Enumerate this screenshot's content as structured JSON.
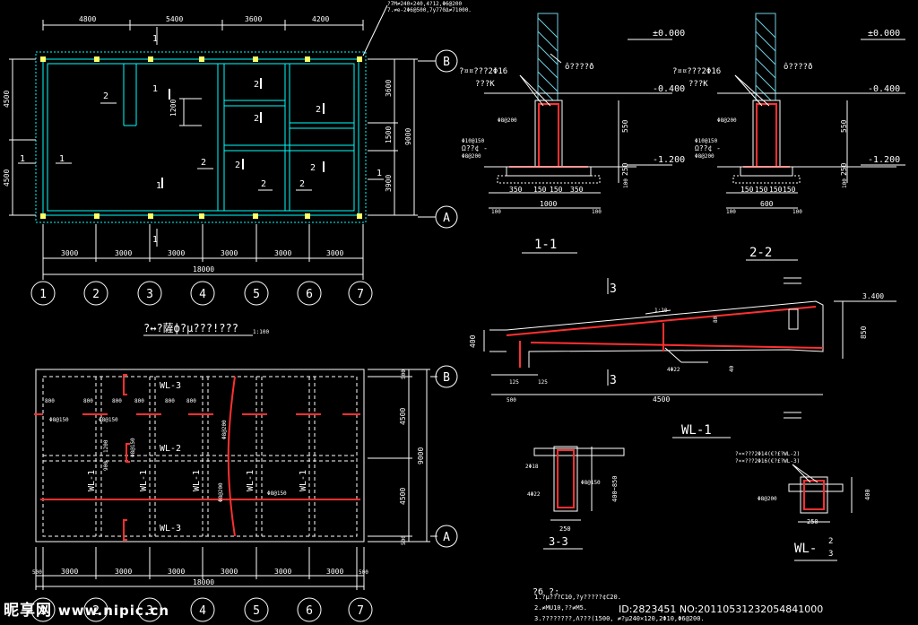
{
  "colors": {
    "background": "#000000",
    "white": "#ffffff",
    "cyan": "#00ffff",
    "yellow": "#ffff66",
    "red": "#ff3030",
    "hatch": "#6fd0e0"
  },
  "plan_top": {
    "dims_top": [
      "4800",
      "5400",
      "3600",
      "4200"
    ],
    "dims_bottom": [
      "3000",
      "3000",
      "3000",
      "3000",
      "3000",
      "3000"
    ],
    "dim_total": "18000",
    "dims_right": [
      "3600",
      "1500",
      "3900"
    ],
    "dim_right_total": "9000",
    "dims_left": [
      "4500",
      "4500"
    ],
    "dim_inner": "1200",
    "grid_rows": [
      "B",
      "A"
    ],
    "grid_cols": [
      "1",
      "2",
      "3",
      "4",
      "5",
      "6",
      "7"
    ],
    "note": "?7M≠240×240,4?12,Φ6@200\n7.≠e-2Φ6@500,7y770Δ≠71000."
  },
  "plan_title": "?↔?薩ф?μ???!???",
  "plan_title_sub": "1:100",
  "plan_bottom": {
    "dims_bottom": [
      "3000",
      "3000",
      "3000",
      "3000",
      "3000",
      "3000"
    ],
    "dim_total": "18000",
    "dim_edge": [
      "500",
      "500"
    ],
    "dims_right": [
      "500",
      "4500",
      "4500",
      "500"
    ],
    "dim_right_total": "9000",
    "spacings": [
      "800",
      "800",
      "800",
      "800",
      "800",
      "800"
    ],
    "beam_wl3": "WL-3",
    "beam_wl2": "WL-2",
    "beam_wl1": "WL-1",
    "rebar_a": "Φ8@150",
    "rebar_b": "Φ8@200",
    "dims_900": [
      "900",
      "1200"
    ],
    "grid_rows": [
      "B",
      "A"
    ],
    "grid_cols": [
      "1",
      "2",
      "3",
      "4",
      "5",
      "6",
      "7"
    ]
  },
  "section_11": {
    "title": "1-1",
    "level_0": "±0.000",
    "level_1": "-0.400",
    "level_2": "-1.200",
    "label_top": "ô????ð",
    "label_rebar": "?¤¤???2Φ16",
    "label_rebar2": "???К",
    "label_s1": "Φ8@200",
    "label_s2": "Φ10@150",
    "label_s3": "Ω??¢ -",
    "label_s4": "Φ8@200",
    "dims_h": [
      "550",
      "250",
      "100"
    ],
    "dims_w": [
      "350",
      "150",
      "150",
      "350"
    ],
    "dim_base": "1000",
    "dim_edge": [
      "100",
      "100"
    ]
  },
  "section_22": {
    "title": "2-2",
    "level_0": "±0.000",
    "level_1": "-0.400",
    "level_2": "-1.200",
    "label_top": "ô????ð",
    "label_rebar": "?¤¤???2Φ16",
    "label_rebar2": "???К",
    "label_s1": "Φ8@200",
    "label_s2": "Φ10@150",
    "label_s3": "Ω??¢ -",
    "label_s4": "Φ8@200",
    "dims_h": [
      "550",
      "250",
      "100"
    ],
    "dims_w": [
      "150",
      "150",
      "150",
      "150"
    ],
    "dim_base": "600",
    "dim_edge": [
      "100",
      "100"
    ]
  },
  "beam_wl1": {
    "title": "WL-1",
    "section_mark": "3",
    "slope": "1:10",
    "level": "3.400",
    "dim_h": "850",
    "dim_left": "400",
    "dims_b": [
      "125",
      "125"
    ],
    "dim_span": "4500",
    "dim_end": "500",
    "rebar": "4Φ22",
    "dim_mid": "80",
    "dim_mid2": "40"
  },
  "section_33": {
    "title": "3-3",
    "label_top": "2Φ18",
    "label_bot": "4Φ22",
    "label_s": "Φ8@150",
    "dim_h": "400~850",
    "dim_w": "250"
  },
  "section_wl23": {
    "title": "WL-",
    "title_sup": "2",
    "title_sub": "3",
    "label_1": "?¤¤???2Φ14(€?£?WL-2)",
    "label_2": "?¤¤???2Φ16(€?£?WL-3)",
    "label_s": "Φ8@200",
    "dim_h": "400",
    "dim_w": "250"
  },
  "notes": {
    "heading": "?б ?:",
    "line1": "1.?μ???С10,?y?????¢C20.",
    "line2": "2.≠MU10,??≠M5.",
    "line3": "3.????????,Λ???(1500, ≠?μ240×120,2Φ10,Φ6@200."
  },
  "watermark": {
    "logo": "昵享网",
    "url": "www.nipic.cn",
    "id": "ID:2823451 NO:20110531232054841000"
  }
}
